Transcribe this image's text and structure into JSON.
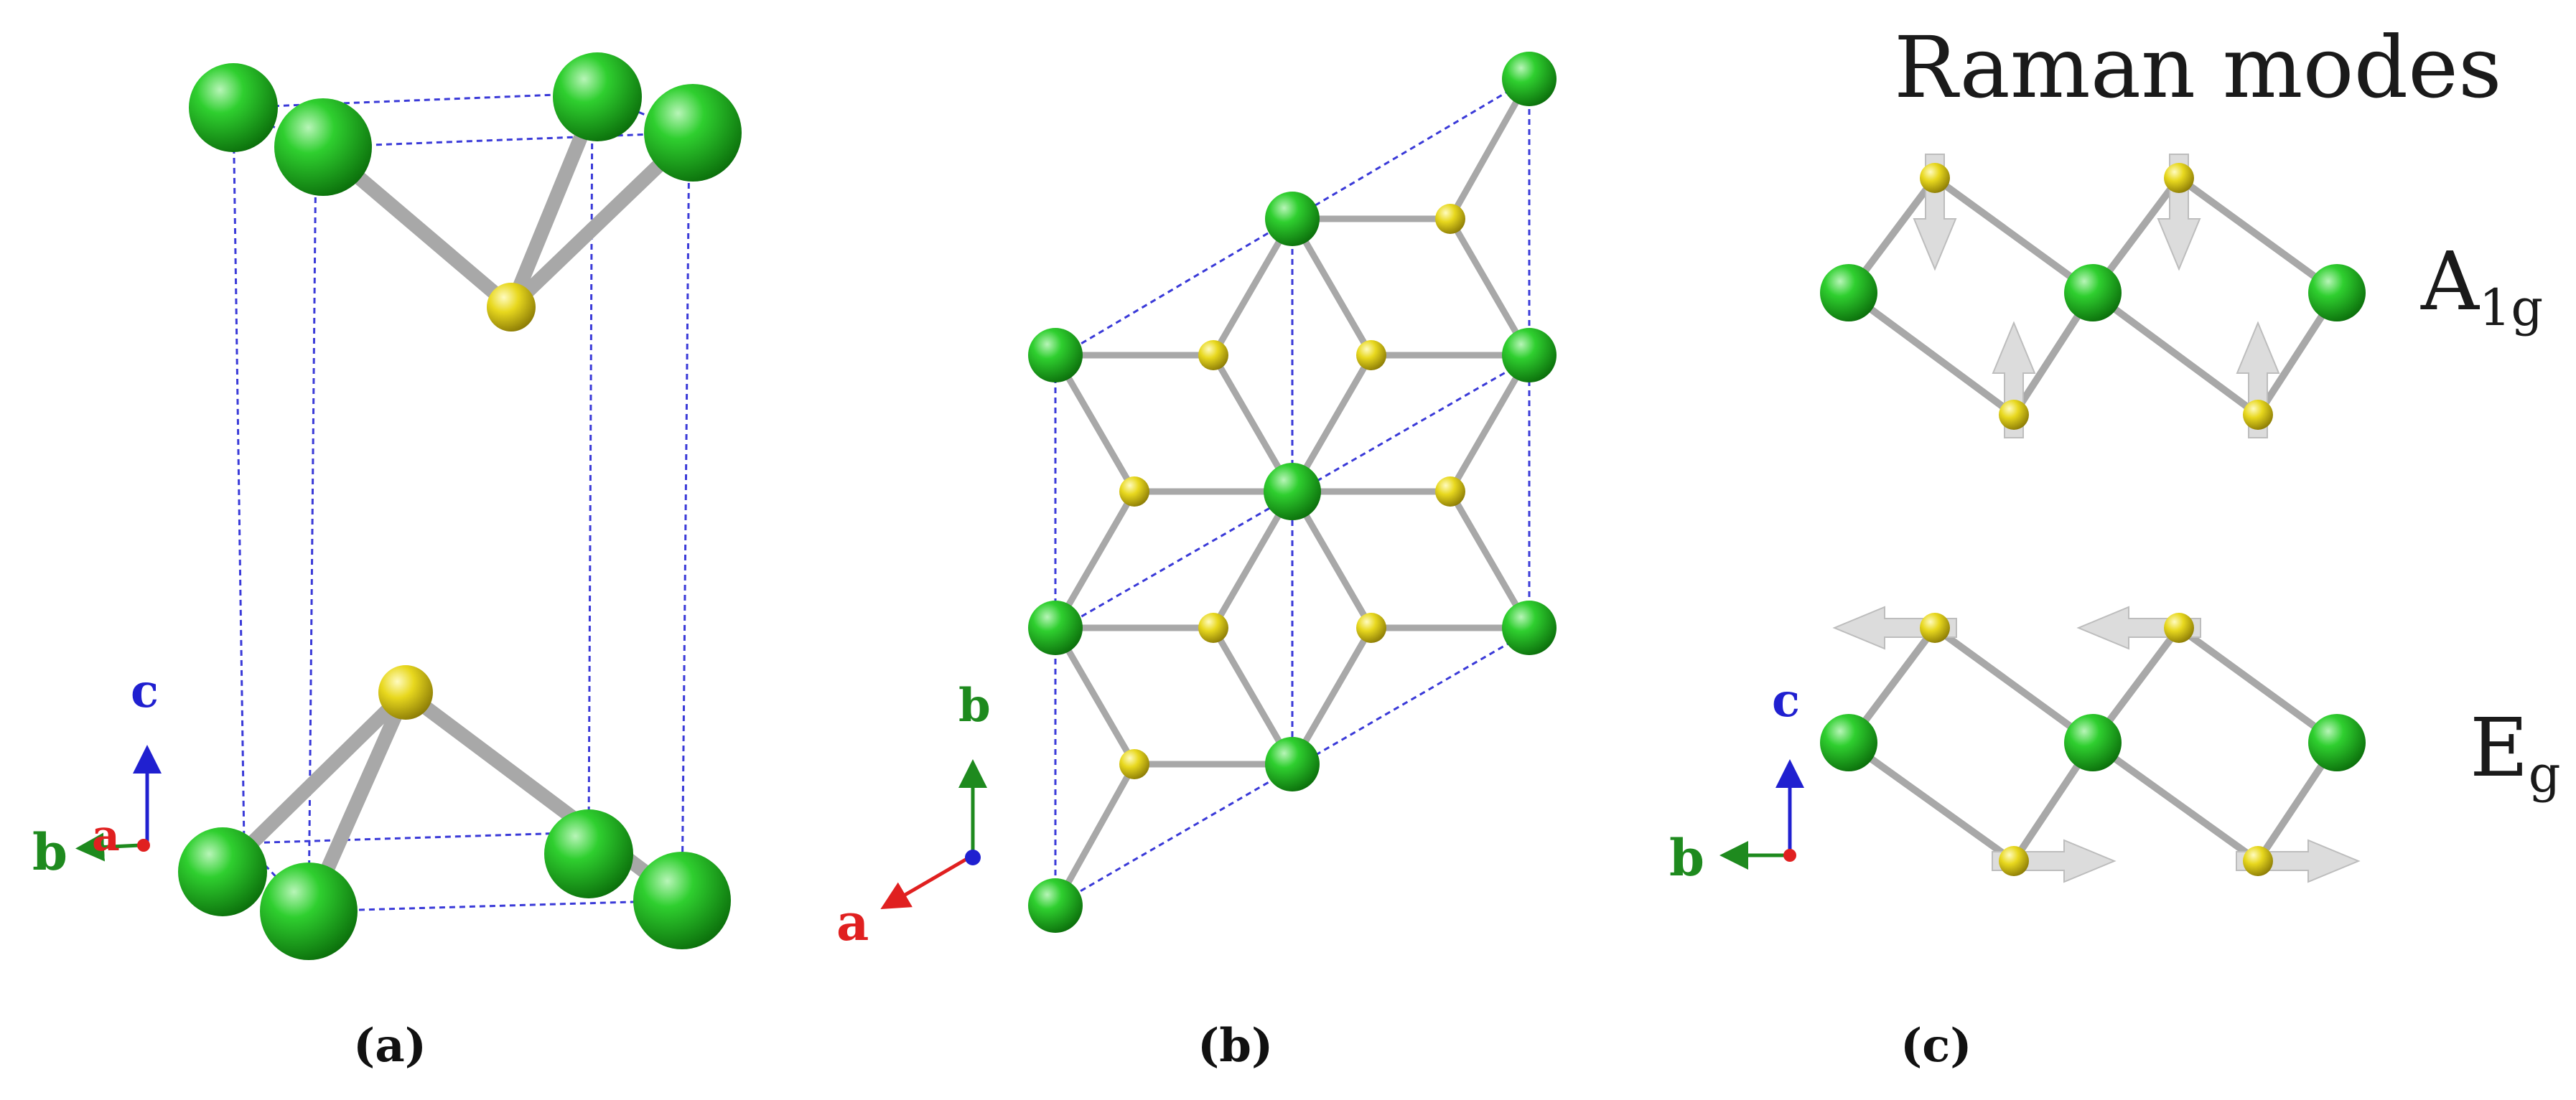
{
  "title": "Raman modes",
  "modes": [
    {
      "base": "A",
      "sub": "1g"
    },
    {
      "base": "E",
      "sub": "g"
    }
  ],
  "panels": [
    {
      "caption": "(a)",
      "axes": {
        "a": "a",
        "b": "b",
        "c": "c"
      }
    },
    {
      "caption": "(b)",
      "axes": {
        "a": "a",
        "b": "b"
      }
    },
    {
      "caption": "(c)",
      "axes": {
        "b": "b",
        "c": "c"
      }
    }
  ],
  "colors": {
    "metal_atom": "#2fbf2f",
    "chalcogen_atom": "#e6d21a",
    "bond": "#b5b5b5",
    "cell_edge": "#3a3ad8",
    "axis_a": "#e02020",
    "axis_b": "#1e8a1e",
    "axis_c": "#2020d0",
    "arrow": "#d8d8d8"
  }
}
